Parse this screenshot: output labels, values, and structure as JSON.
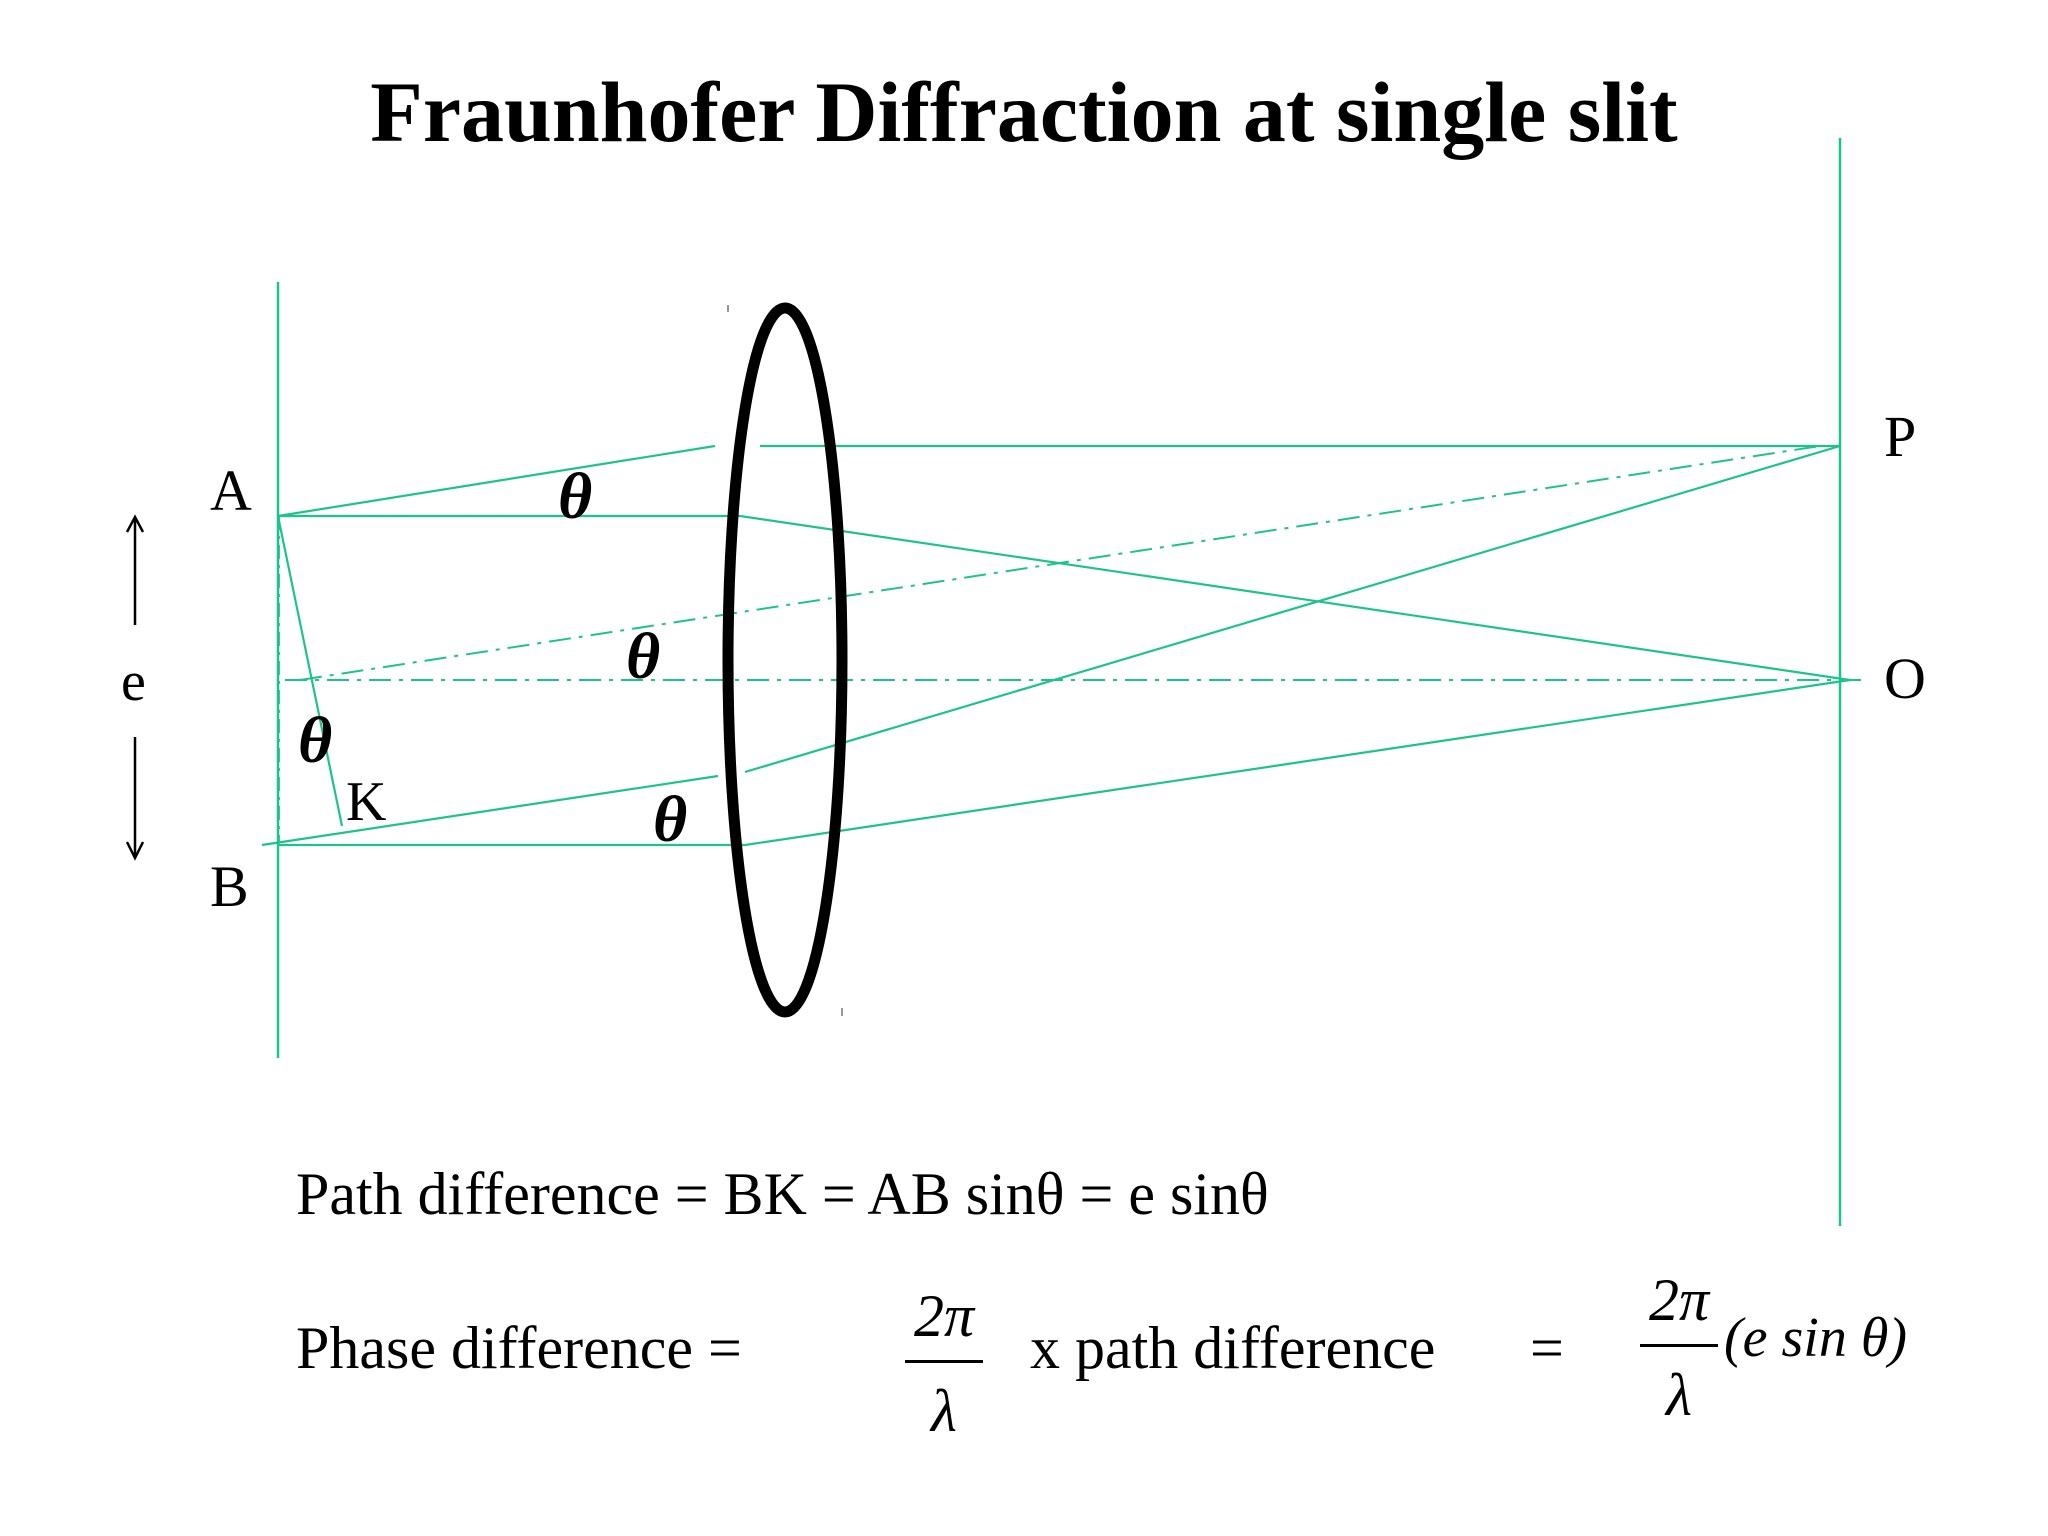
{
  "title": "Fraunhofer Diffraction at single slit",
  "points": {
    "A": "A",
    "B": "B",
    "K": "K",
    "P": "P",
    "O": "O",
    "e": "e"
  },
  "angle_symbol": "θ",
  "equations": {
    "path_difference": "Path difference = BK = AB sinθ = e sinθ",
    "phase_label": "Phase difference =",
    "fraction_numerator": "2π",
    "fraction_denominator": "λ",
    "times_path": "x path difference",
    "equals": "=",
    "result_expression": "(e sin θ)"
  },
  "colors": {
    "ray": "#1ec38c",
    "lens": "#000000",
    "text": "#000000"
  }
}
